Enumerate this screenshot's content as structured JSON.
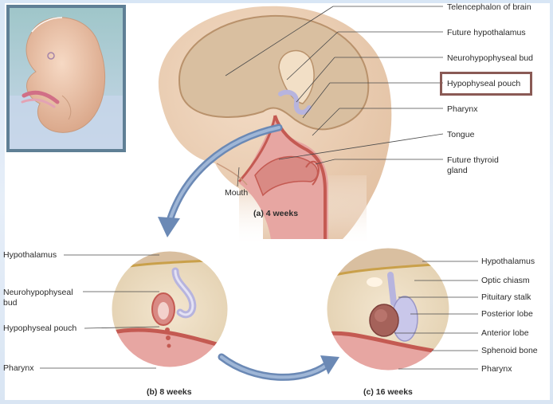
{
  "labels_a": {
    "telencephalon": "Telencephalon of brain",
    "future_hypothalamus": "Future hypothalamus",
    "neurohypophyseal_bud": "Neurohypophyseal bud",
    "hypophyseal_pouch": "Hypophyseal pouch",
    "pharynx": "Pharynx",
    "tongue": "Tongue",
    "future_thyroid_1": "Future thyroid",
    "future_thyroid_2": "gland",
    "mouth": "Mouth",
    "caption": "(a)  4 weeks"
  },
  "labels_b": {
    "hypothalamus": "Hypothalamus",
    "neuro_1": "Neurohypophyseal",
    "neuro_2": "bud",
    "pouch": "Hypophyseal pouch",
    "pharynx": "Pharynx",
    "caption": "(b)  8 weeks"
  },
  "labels_c": {
    "hypothalamus": "Hypothalamus",
    "optic_chiasm": "Optic chiasm",
    "pituitary_stalk": "Pituitary stalk",
    "posterior_lobe": "Posterior lobe",
    "anterior_lobe": "Anterior lobe",
    "sphenoid_bone": "Sphenoid bone",
    "pharynx": "Pharynx",
    "caption": "(c)  16 weeks"
  },
  "colors": {
    "brain": "#d9bfa0",
    "brain_outline": "#b9926c",
    "pouch": "#e7a6a2",
    "bud": "#b7b4de",
    "pharynx": "#c45a52",
    "bone": "#eee0c8",
    "arrow": "#6b89b5",
    "highlight": "#8a5a55"
  }
}
